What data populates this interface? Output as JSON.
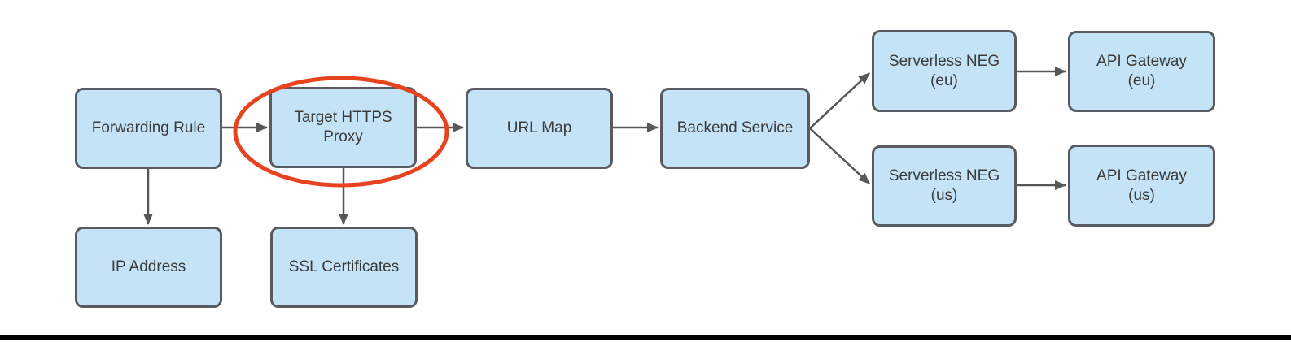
{
  "diagram": {
    "type": "flowchart",
    "description": "HTTPS load balancer components flow with Target HTTPS Proxy circled",
    "nodes": [
      {
        "id": "forwarding-rule",
        "label": "Forwarding Rule",
        "highlighted": false
      },
      {
        "id": "target-https-proxy",
        "label": "Target HTTPS\nProxy",
        "highlighted": true
      },
      {
        "id": "url-map",
        "label": "URL Map",
        "highlighted": false
      },
      {
        "id": "backend-service",
        "label": "Backend Service",
        "highlighted": false
      },
      {
        "id": "serverless-neg-eu",
        "label": "Serverless NEG\n(eu)",
        "highlighted": false
      },
      {
        "id": "api-gateway-eu",
        "label": "API Gateway\n(eu)",
        "highlighted": false
      },
      {
        "id": "serverless-neg-us",
        "label": "Serverless NEG\n(us)",
        "highlighted": false
      },
      {
        "id": "api-gateway-us",
        "label": "API Gateway\n(us)",
        "highlighted": false
      },
      {
        "id": "ip-address",
        "label": "IP Address",
        "highlighted": false
      },
      {
        "id": "ssl-certificates",
        "label": "SSL Certificates",
        "highlighted": false
      }
    ],
    "edges": [
      {
        "from": "forwarding-rule",
        "to": "target-https-proxy"
      },
      {
        "from": "target-https-proxy",
        "to": "url-map"
      },
      {
        "from": "url-map",
        "to": "backend-service"
      },
      {
        "from": "backend-service",
        "to": "serverless-neg-eu"
      },
      {
        "from": "backend-service",
        "to": "serverless-neg-us"
      },
      {
        "from": "serverless-neg-eu",
        "to": "api-gateway-eu"
      },
      {
        "from": "serverless-neg-us",
        "to": "api-gateway-us"
      },
      {
        "from": "forwarding-rule",
        "to": "ip-address"
      },
      {
        "from": "target-https-proxy",
        "to": "ssl-certificates"
      }
    ],
    "colors": {
      "node_fill": "#c5e3f7",
      "node_border": "#585c61",
      "node_text": "#3b3b3b",
      "arrow": "#575757",
      "highlight_ellipse": "#e8431f",
      "bottom_bar": "#000000"
    }
  }
}
